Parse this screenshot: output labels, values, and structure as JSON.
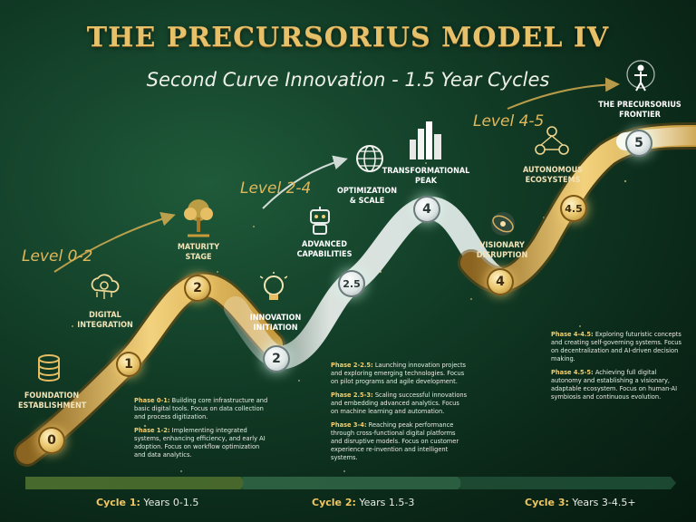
{
  "title": "THE PRECURSORIUS MODEL IV",
  "subtitle": "Second Curve Innovation - 1.5 Year Cycles",
  "levels": [
    "Level 0-2",
    "Level 2-4",
    "Level 4-5"
  ],
  "nodes": [
    "0",
    "1",
    "2",
    "2",
    "2.5",
    "4",
    "4",
    "4.5",
    "5"
  ],
  "stages": {
    "foundation": "FOUNDATION\nESTABLISHMENT",
    "digital": "DIGITAL\nINTEGRATION",
    "maturity": "MATURITY\nSTAGE",
    "innovation": "INNOVATION\nINITIATION",
    "advanced": "ADVANCED\nCAPABILITIES",
    "optimization": "OPTIMIZATION\n& SCALE",
    "transformational": "TRANSFORMATIONAL\nPEAK",
    "visionary": "VISIONARY\nDISRUPTION",
    "autonomous": "AUTONOMOUS\nECOSYSTEMS",
    "frontier": "THE PRECURSORIUS\nFRONTIER"
  },
  "phases": {
    "p01": {
      "label": "Phase 0-1:",
      "text": " Building core infrastructure and basic digital tools. Focus on data collection and process digitization."
    },
    "p12": {
      "label": "Phase 1-2:",
      "text": " Implementing integrated systems, enhancing efficiency, and early AI adoption. Focus on workflow optimization and data analytics."
    },
    "p225": {
      "label": "Phase 2-2.5:",
      "text": " Launching innovation projects and exploring emerging technologies. Focus on pilot programs and agile development."
    },
    "p253": {
      "label": "Phase 2.5-3:",
      "text": " Scaling successful innovations and embedding advanced analytics. Focus on machine learning and automation."
    },
    "p34": {
      "label": "Phase 3-4:",
      "text": " Reaching peak performance through cross-functional digital platforms and disruptive models. Focus on customer experience re-invention and intelligent systems."
    },
    "p445": {
      "label": "Phase 4-4.5:",
      "text": " Exploring futuristic concepts and creating self-governing systems. Focus on decentralization and AI-driven decision making."
    },
    "p455": {
      "label": "Phase 4.5-5:",
      "text": " Achieving full digital autonomy and establishing a visionary, adaptable ecosystem. Focus on human-AI symbiosis and continuous evolution."
    }
  },
  "cycles": [
    {
      "label": "Cycle 1:",
      "years": " Years 0-1.5"
    },
    {
      "label": "Cycle 2:",
      "years": " Years 1.5-3"
    },
    {
      "label": "Cycle 3:",
      "years": " Years 3-4.5+"
    }
  ],
  "colors": {
    "gold": "#e3b75a",
    "silver": "#dfe7e6",
    "bg": "#123d27"
  },
  "icons": [
    "database-icon",
    "cloud-gear-icon",
    "tree-icon",
    "lightbulb-icon",
    "robot-icon",
    "globe-icon",
    "city-icon",
    "galaxy-icon",
    "network-icon",
    "human-figure-icon"
  ]
}
